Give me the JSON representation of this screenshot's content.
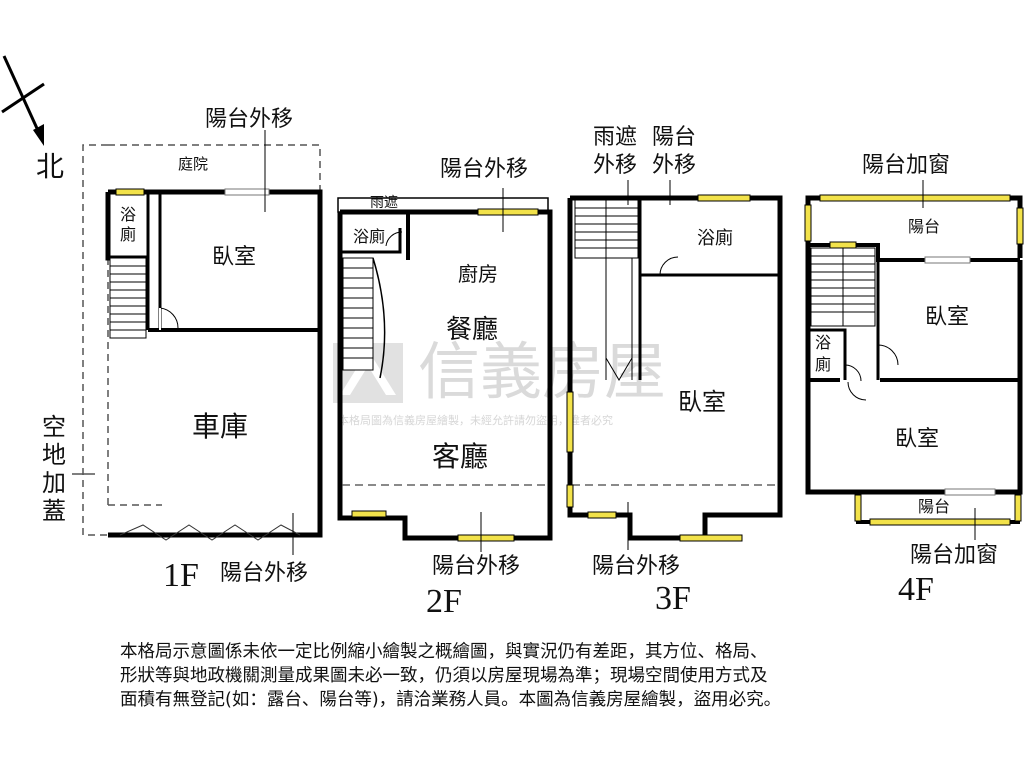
{
  "compass": {
    "north": "北"
  },
  "watermark": {
    "brand": "信義房屋",
    "notice": "本格局圖為信義房屋繪製，未經允許請勿盜用，違者必究"
  },
  "floors": {
    "f1": {
      "label": "1F",
      "rooms": {
        "courtyard": "庭院",
        "bath": "浴\n廁",
        "bedroom": "臥室",
        "garage": "車庫",
        "open_space": "空\n地\n加\n蓋"
      },
      "notes": {
        "balcony_top": "陽台外移",
        "balcony_bottom": "陽台外移"
      }
    },
    "f2": {
      "label": "2F",
      "rooms": {
        "canopy": "雨遮",
        "bath": "浴廁",
        "kitchen": "廚房",
        "dining": "餐廳",
        "living": "客廳"
      },
      "notes": {
        "balcony_top": "陽台外移",
        "balcony_bottom": "陽台外移"
      }
    },
    "f3": {
      "label": "3F",
      "rooms": {
        "bath": "浴廁",
        "bedroom": "臥室"
      },
      "notes": {
        "canopy_moved": "雨遮\n外移",
        "balcony_top": "陽台\n外移",
        "balcony_bottom": "陽台外移"
      }
    },
    "f4": {
      "label": "4F",
      "rooms": {
        "balcony_top": "陽台",
        "bedroom_upper": "臥室",
        "bath": "浴\n廁",
        "bedroom_lower": "臥室",
        "balcony_bottom": "陽台"
      },
      "notes": {
        "window_top": "陽台加窗",
        "window_bottom": "陽台加窗"
      }
    }
  },
  "disclaimer": [
    "本格局示意圖係未依一定比例縮小繪製之概繪圖，與實況仍有差距，其方位、格局、",
    "形狀等與地政機關測量成果圖未必一致，仍須以房屋現場為準；現場空間使用方式及",
    "面積有無登記(如：露台、陽台等)，請洽業務人員。本圖為信義房屋繪製，盜用必究。"
  ]
}
